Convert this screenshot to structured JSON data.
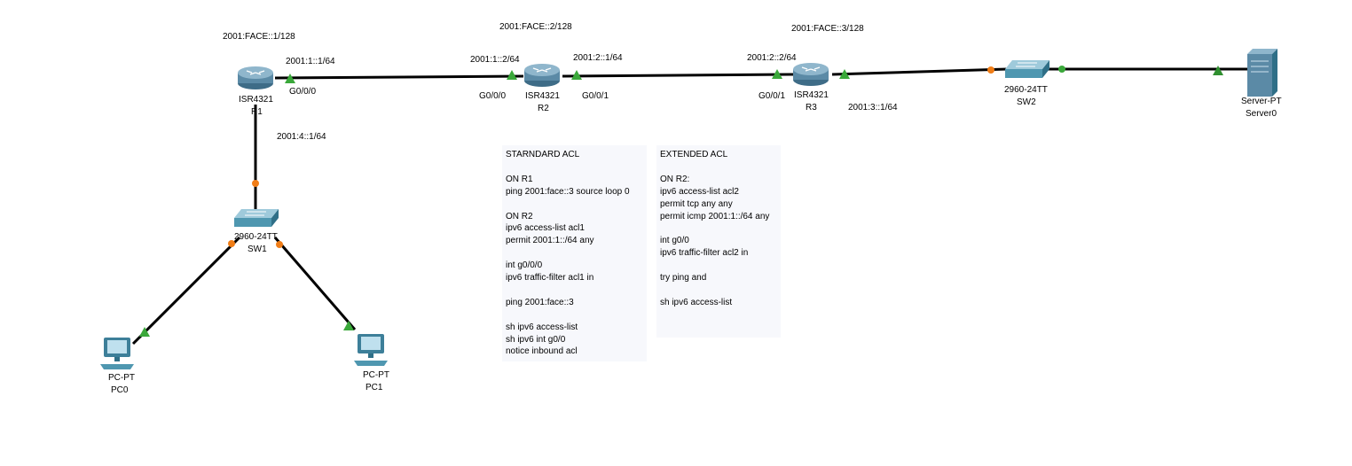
{
  "devices": {
    "r1": {
      "model": "ISR4321",
      "name": "R1",
      "loopback": "2001:FACE::1/128"
    },
    "r2": {
      "model": "ISR4321",
      "name": "R2",
      "loopback": "2001:FACE::2/128"
    },
    "r3": {
      "model": "ISR4321",
      "name": "R3",
      "loopback": "2001:FACE::3/128"
    },
    "sw1": {
      "model": "2960-24TT",
      "name": "SW1"
    },
    "sw2": {
      "model": "2960-24TT",
      "name": "SW2"
    },
    "pc0": {
      "model": "PC-PT",
      "name": "PC0"
    },
    "pc1": {
      "model": "PC-PT",
      "name": "PC1"
    },
    "server0": {
      "model": "Server-PT",
      "name": "Server0"
    }
  },
  "links": {
    "r1_r2_r1_addr": "2001:1::1/64",
    "r1_r2_r1_port": "G0/0/0",
    "r1_r2_r2_addr": "2001:1::2/64",
    "r1_r2_r2_port": "G0/0/0",
    "r2_r3_r2_addr": "2001:2::1/64",
    "r2_r3_r2_port": "G0/0/1",
    "r2_r3_r3_addr": "2001:2::2/64",
    "r2_r3_r3_port": "G0/0/1",
    "r3_sw2_addr": "2001:3::1/64",
    "r1_sw1_addr": "2001:4::1/64"
  },
  "notes": {
    "standard": [
      "STARNDARD ACL",
      "",
      "ON R1",
      "ping 2001:face::3 source loop 0",
      "",
      "ON R2",
      "ipv6 access-list acl1",
      "permit 2001:1::/64 any",
      "",
      "int g0/0/0",
      "ipv6 traffic-filter acl1 in",
      "",
      "ping 2001:face::3",
      "",
      "sh ipv6 access-list",
      "sh ipv6 int g0/0",
      "notice inbound acl"
    ],
    "extended": [
      "EXTENDED ACL",
      "",
      "ON R2:",
      "ipv6 access-list acl2",
      "permit tcp any any",
      "permit icmp 2001:1::/64 any",
      "",
      "int g0/0",
      "ipv6 traffic-filter acl2 in",
      "",
      "try ping and",
      "",
      "sh ipv6 access-list"
    ]
  },
  "colors": {
    "link_up": "#3aa83a",
    "link_pending": "#f07d17",
    "router": "#5b8aa6",
    "switch": "#4f97b0",
    "background": "#ffffff",
    "note_bg": "#f7f8fc"
  }
}
